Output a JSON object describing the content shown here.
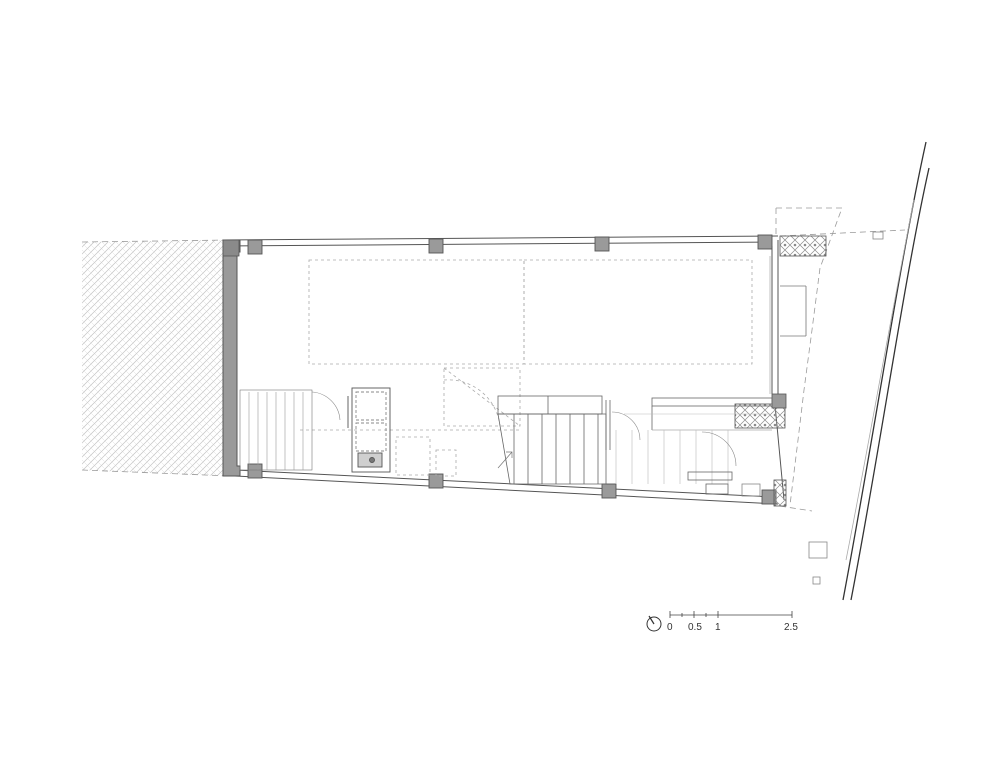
{
  "colors": {
    "background": "#ffffff",
    "wall_fill": "#9a9a9a",
    "line": "#555555",
    "light_line": "#9a9a9a",
    "hatch": "#c8c8c8"
  },
  "scale_bar": {
    "ticks": [
      "0",
      "0.5",
      "1",
      "2.5"
    ]
  },
  "north_arrow": {
    "icon": "north-arrow-icon"
  }
}
